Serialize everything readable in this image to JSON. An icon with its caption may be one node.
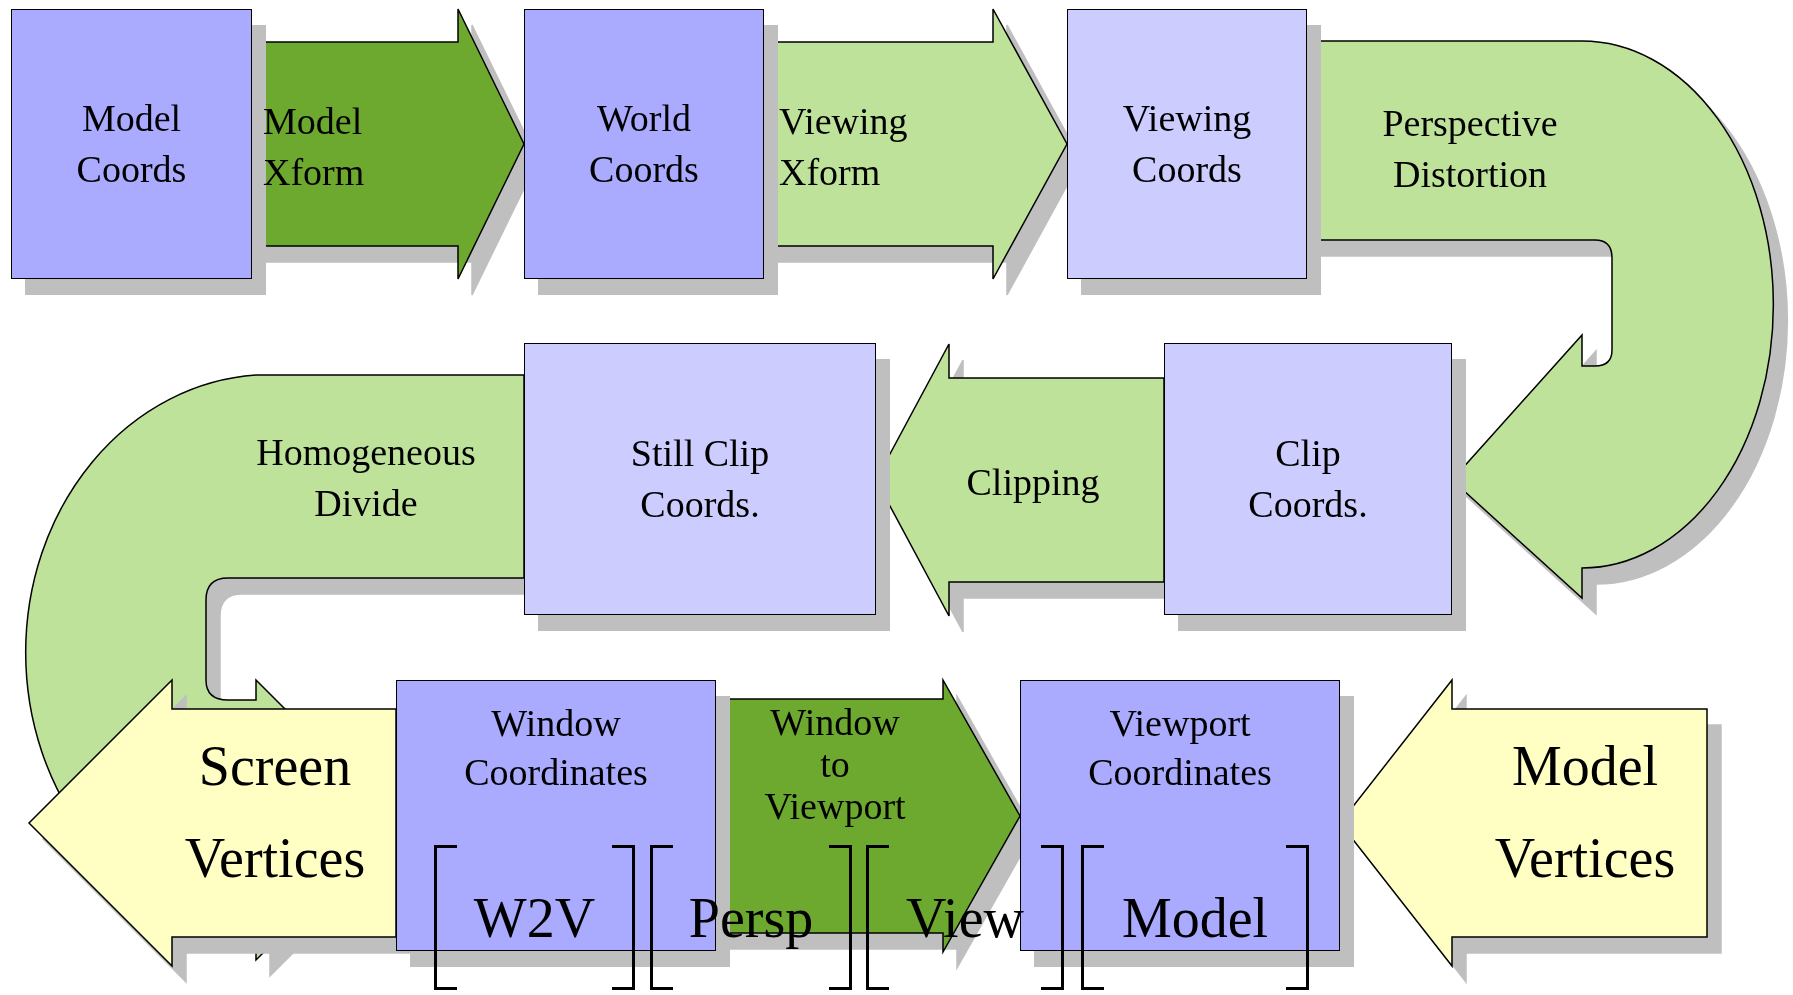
{
  "diagram": {
    "nodes": [
      {
        "text": [
          "Model Coords"
        ]
      },
      {
        "text": [
          "World Coords"
        ]
      },
      {
        "text": [
          "Viewing Coords"
        ]
      },
      {
        "text": [
          "Still Clip Coords."
        ]
      },
      {
        "text": [
          "Clip Coords."
        ]
      },
      {
        "text": [
          "Window Coordinates"
        ]
      },
      {
        "text": [
          "Viewport Coordinates"
        ]
      }
    ],
    "edges": [
      {
        "from": 0,
        "to": 1,
        "arrow": "to",
        "label": "Model Xform",
        "color": "#6ea92f"
      },
      {
        "from": 1,
        "to": 2,
        "arrow": "to",
        "label": "Viewing Xform"
      },
      {
        "from": 2,
        "to": 4,
        "arrow": "to",
        "label": "Perspective Distortion"
      },
      {
        "from": 4,
        "to": 3,
        "arrow": "to",
        "label": "Clipping"
      },
      {
        "from": 3,
        "to": 5,
        "arrow": "to",
        "label": "Homogeneous Divide"
      },
      {
        "from": 5,
        "to": null,
        "arrow": "to",
        "label": "Screen Vertices",
        "color": "#ffffc4"
      },
      {
        "from": 5,
        "to": 6,
        "arrow": "to",
        "label": "Window to Viewport",
        "color": "#6ea92f"
      },
      {
        "from": null,
        "to": 6,
        "arrow": "to",
        "label": "Model Vertices",
        "color": "#ffffc4"
      }
    ],
    "labels": [
      "W2V",
      "Persp",
      "View",
      "Model"
    ]
  }
}
